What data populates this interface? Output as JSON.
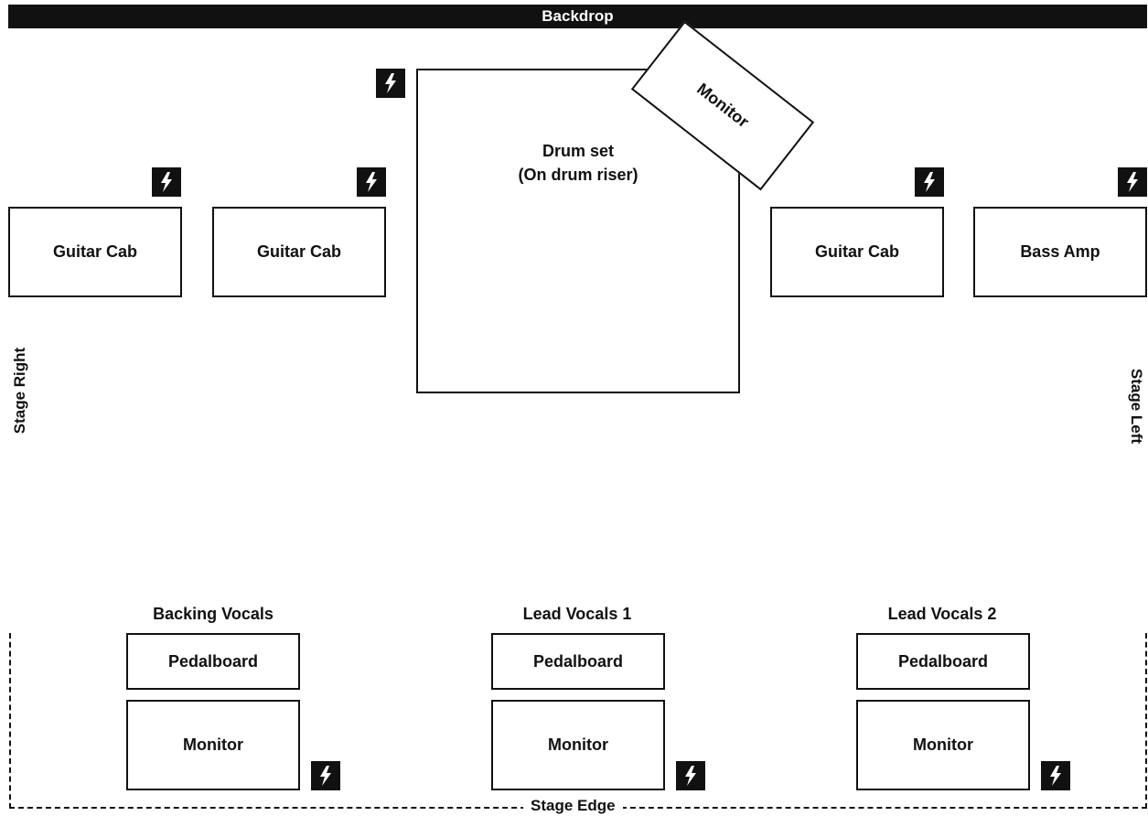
{
  "backdrop": "Backdrop",
  "stage_right": "Stage Right",
  "stage_left": "Stage Left",
  "stage_edge": "Stage Edge",
  "drum": {
    "line1": "Drum set",
    "line2": "(On drum riser)"
  },
  "drum_monitor": "Monitor",
  "cabs": {
    "cab1": "Guitar Cab",
    "cab2": "Guitar Cab",
    "cab3": "Guitar Cab",
    "bass": "Bass Amp"
  },
  "stations": {
    "backing": {
      "title": "Backing Vocals",
      "pedalboard": "Pedalboard",
      "monitor": "Monitor"
    },
    "lead1": {
      "title": "Lead Vocals 1",
      "pedalboard": "Pedalboard",
      "monitor": "Monitor"
    },
    "lead2": {
      "title": "Lead Vocals 2",
      "pedalboard": "Pedalboard",
      "monitor": "Monitor"
    }
  },
  "icons": {
    "power": "power-outlet-icon"
  },
  "colors": {
    "ink": "#111111",
    "background": "#ffffff"
  }
}
